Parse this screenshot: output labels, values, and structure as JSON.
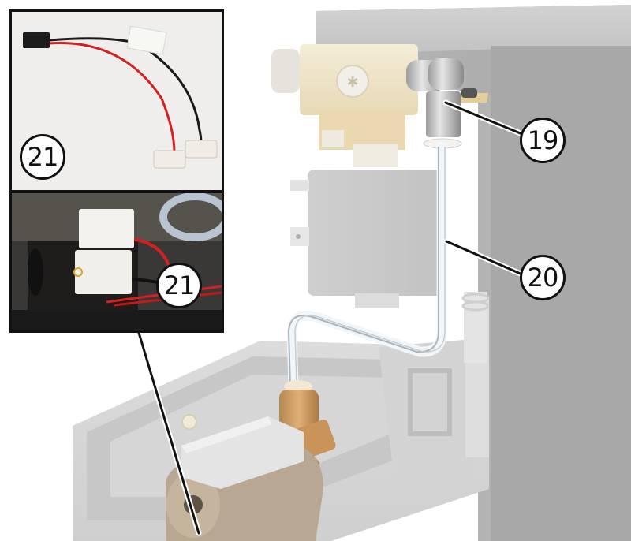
{
  "diagram": {
    "type": "technical-service-illustration",
    "subject": "Solenoid valve assembly with elbow fitting, glass tube, pump and wiring harness",
    "callouts": [
      {
        "id": "19",
        "label": "19",
        "target": "elbow fitting on solenoid valve outlet"
      },
      {
        "id": "20",
        "label": "20",
        "target": "clear tube from valve to pump"
      },
      {
        "id": "21a",
        "label": "21",
        "target": "wiring harness (inset photo, top)"
      },
      {
        "id": "21b",
        "label": "21",
        "target": "harness connectors installed (inset photo, bottom)"
      }
    ],
    "insets": [
      {
        "name": "harness-photo",
        "callout": "21"
      },
      {
        "name": "installed-connectors-photo",
        "callout": "21"
      }
    ],
    "colors": {
      "callout_stroke": "#111111",
      "callout_fill": "#ffffff",
      "housing_gray": "#9e9e9e",
      "valve_body_cream": "#efe6cc",
      "pump_brass": "#c8955a",
      "wire_red": "#d42020",
      "wire_black": "#1a1a1a",
      "connector_white": "#f4f2ee"
    }
  }
}
